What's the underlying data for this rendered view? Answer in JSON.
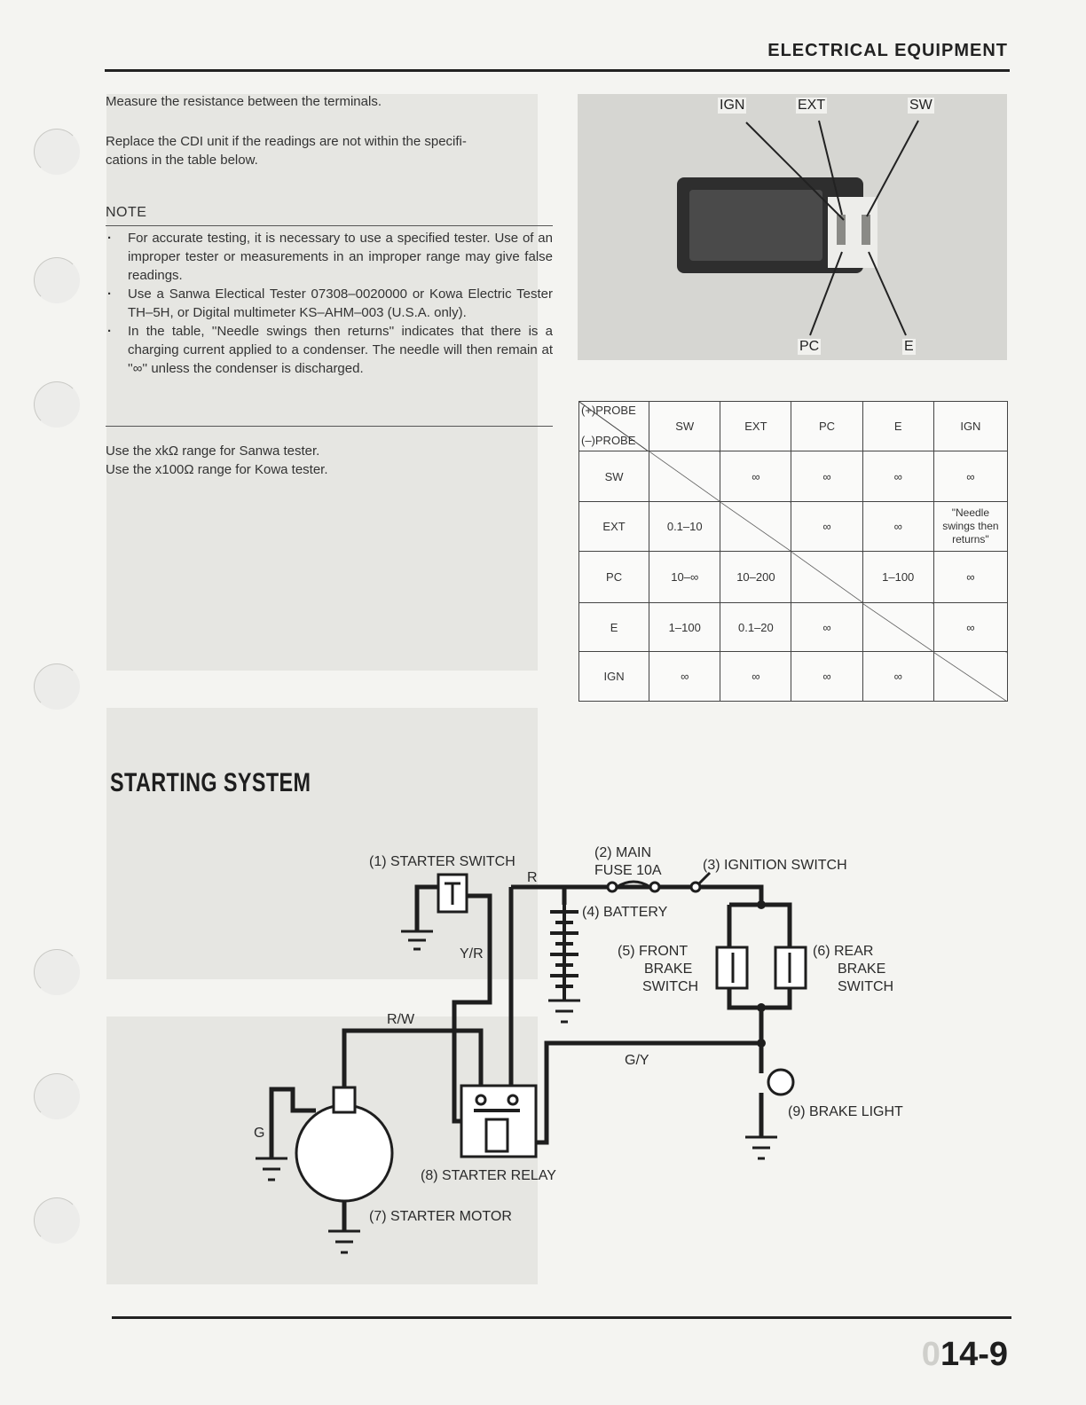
{
  "header": {
    "title": "ELECTRICAL EQUIPMENT"
  },
  "intro": {
    "line1": "Measure the resistance between the terminals.",
    "line2": "Replace the CDI unit if the readings are not within the specifi-",
    "line3": "cations in the table below."
  },
  "note": {
    "title": "NOTE",
    "items": [
      "For accurate testing, it is necessary to use a specified tester. Use of an improper tester or measurements in an improper range may give false readings.",
      "Use a Sanwa Electical Tester 07308–0020000 or Kowa Electric Tester TH–5H, or Digital multimeter KS–AHM–003 (U.S.A. only).",
      "In the table, ''Needle swings then returns'' indicates that there is a charging current applied to a condenser. The needle will then remain at ''∞'' unless the condenser is discharged."
    ]
  },
  "range": {
    "sanwa": "Use the xkΩ range for Sanwa tester.",
    "kowa": "Use the x100Ω range for Kowa tester."
  },
  "photo": {
    "ign": "IGN",
    "ext": "EXT",
    "sw": "SW",
    "pc": "PC",
    "e": "E"
  },
  "table": {
    "plus_probe": "(+)PROBE",
    "minus_probe": "(–)PROBE",
    "columns": [
      "SW",
      "EXT",
      "PC",
      "E",
      "IGN"
    ],
    "rows": [
      {
        "label": "SW",
        "cells": [
          "",
          "∞",
          "∞",
          "∞",
          "∞"
        ]
      },
      {
        "label": "EXT",
        "cells": [
          "0.1–10",
          "",
          "∞",
          "∞",
          "\"Needle swings then returns\""
        ]
      },
      {
        "label": "PC",
        "cells": [
          "10–∞",
          "10–200",
          "",
          "1–100",
          "∞"
        ]
      },
      {
        "label": "E",
        "cells": [
          "1–100",
          "0.1–20",
          "∞",
          "",
          "∞"
        ]
      },
      {
        "label": "IGN",
        "cells": [
          "∞",
          "∞",
          "∞",
          "∞",
          ""
        ]
      }
    ]
  },
  "section": {
    "title": "STARTING SYSTEM"
  },
  "diagram": {
    "starter_switch": "(1) STARTER SWITCH",
    "main_fuse_1": "(2) MAIN",
    "main_fuse_2": "FUSE 10A",
    "ignition_switch": "(3) IGNITION SWITCH",
    "battery": "(4) BATTERY",
    "front_brake_1": "(5) FRONT",
    "front_brake_2": "BRAKE",
    "front_brake_3": "SWITCH",
    "rear_brake_1": "(6) REAR",
    "rear_brake_2": "BRAKE",
    "rear_brake_3": "SWITCH",
    "starter_motor": "(7) STARTER MOTOR",
    "starter_relay": "(8) STARTER RELAY",
    "brake_light": "(9) BRAKE LIGHT",
    "wire_r": "R",
    "wire_yr": "Y/R",
    "wire_rw": "R/W",
    "wire_gy": "G/Y",
    "wire_g": "G"
  },
  "footer": {
    "page_ghost": "0",
    "page": "14-9"
  }
}
